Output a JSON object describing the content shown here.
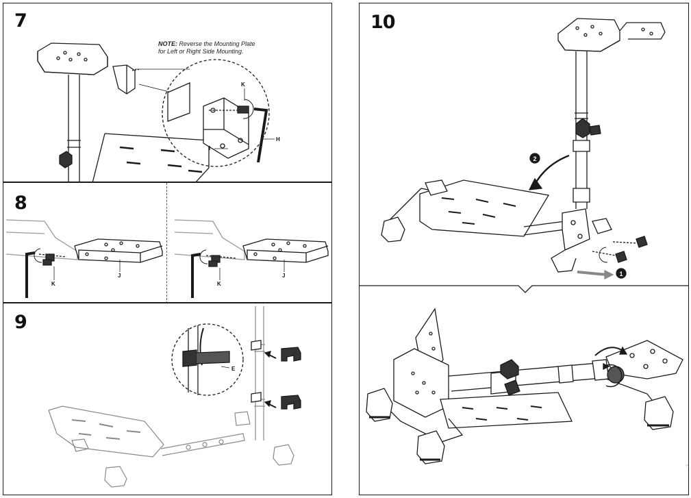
{
  "steps": {
    "s7": "7",
    "s8": "8",
    "s9": "9",
    "s10": "10"
  },
  "step7": {
    "note_bold": "NOTE:",
    "note_line1": " Reverse the Mounting Plate",
    "note_line2": "for Left or Right Side Mounting.",
    "label_k": "K",
    "label_i": "I",
    "label_h": "H"
  },
  "step8": {
    "left_k": "K",
    "left_j": "J",
    "right_k": "K",
    "right_j": "J"
  },
  "step9": {
    "label_e": "E"
  },
  "step10": {
    "callout_2": "2",
    "callout_1": "1"
  },
  "side_mark": "‹‹"
}
